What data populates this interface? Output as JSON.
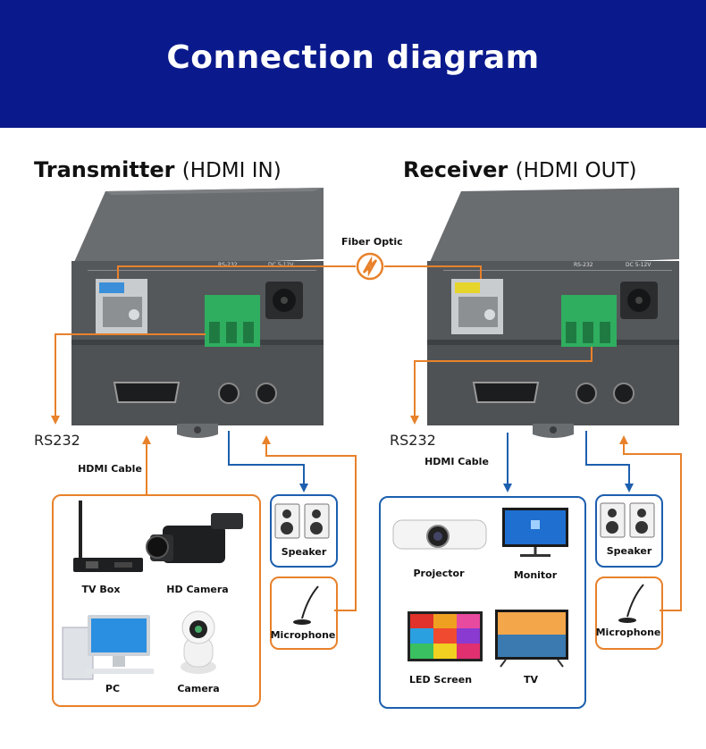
{
  "banner": {
    "title": "Connection diagram"
  },
  "transmitter": {
    "title": "Transmitter",
    "subtitle": "(HDMI IN)"
  },
  "receiver": {
    "title": "Receiver",
    "subtitle": "(HDMI OUT)"
  },
  "fiber_label": "Fiber Optic",
  "rs232_left": "RS232",
  "rs232_right": "RS232",
  "hdmi_cable_left": "HDMI Cable",
  "hdmi_cable_right": "HDMI Cable",
  "sources": [
    "TV Box",
    "HD Camera",
    "PC",
    "Camera"
  ],
  "displays": [
    "Projector",
    "Monitor",
    "LED Screen",
    "TV"
  ],
  "speaker_left": "Speaker",
  "speaker_right": "Speaker",
  "microphone_left": "Microphone",
  "microphone_right": "Microphone",
  "device_panel_labels": {
    "rs232": "RS-232",
    "dc": "DC 5-12V"
  },
  "colors": {
    "banner": "#0a1a8c",
    "orange": "#e8812a",
    "blue": "#1c5fae",
    "device": "#5b5e61"
  }
}
